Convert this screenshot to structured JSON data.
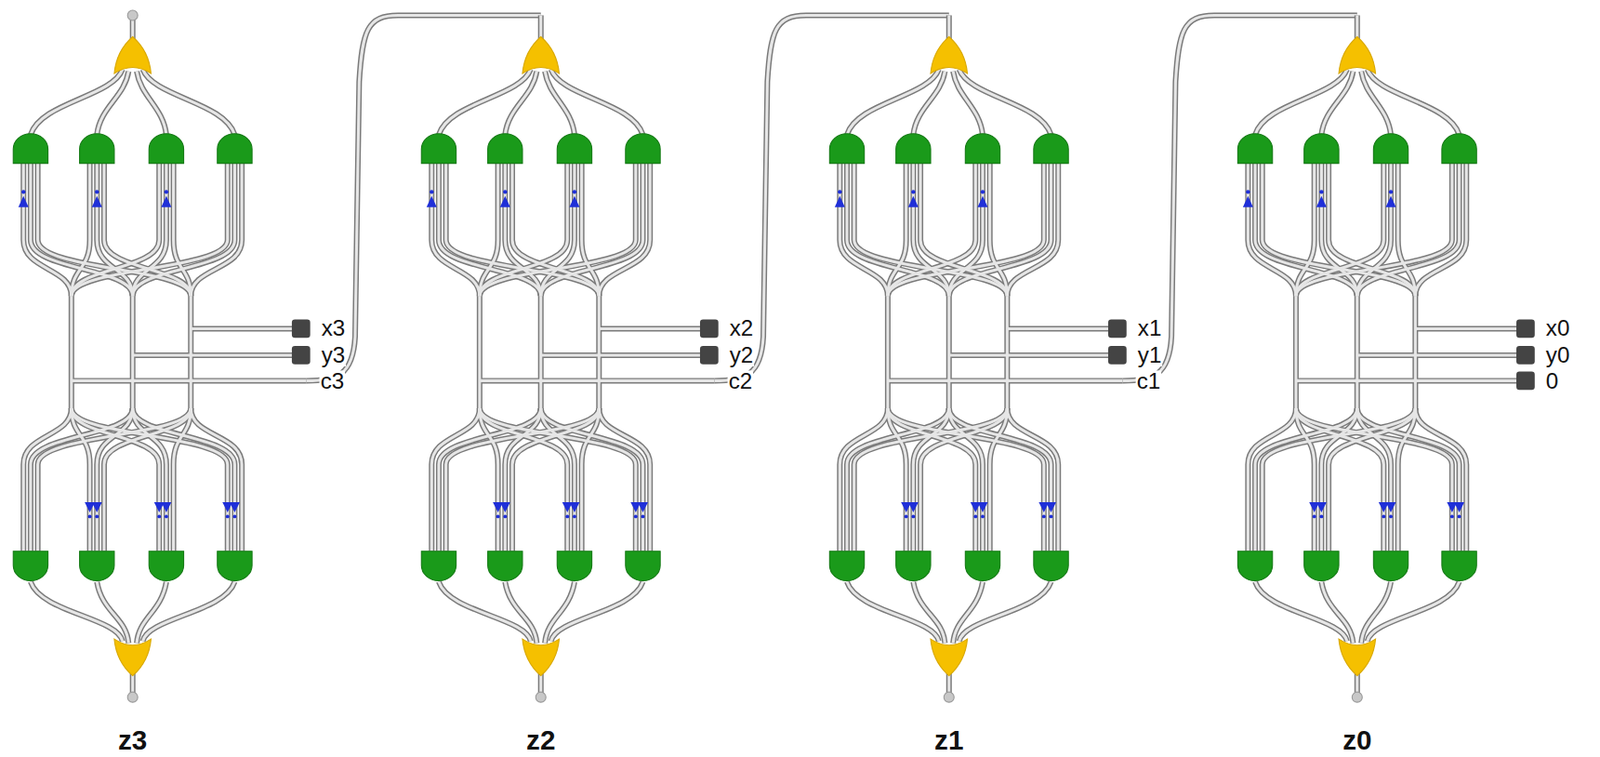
{
  "diagram": {
    "labels": [
      "x3",
      "y3",
      "c3",
      "x2",
      "y2",
      "c2",
      "x1",
      "y1",
      "c1",
      "x0",
      "y0",
      "0",
      "z3",
      "z2",
      "z1",
      "z0"
    ]
  }
}
